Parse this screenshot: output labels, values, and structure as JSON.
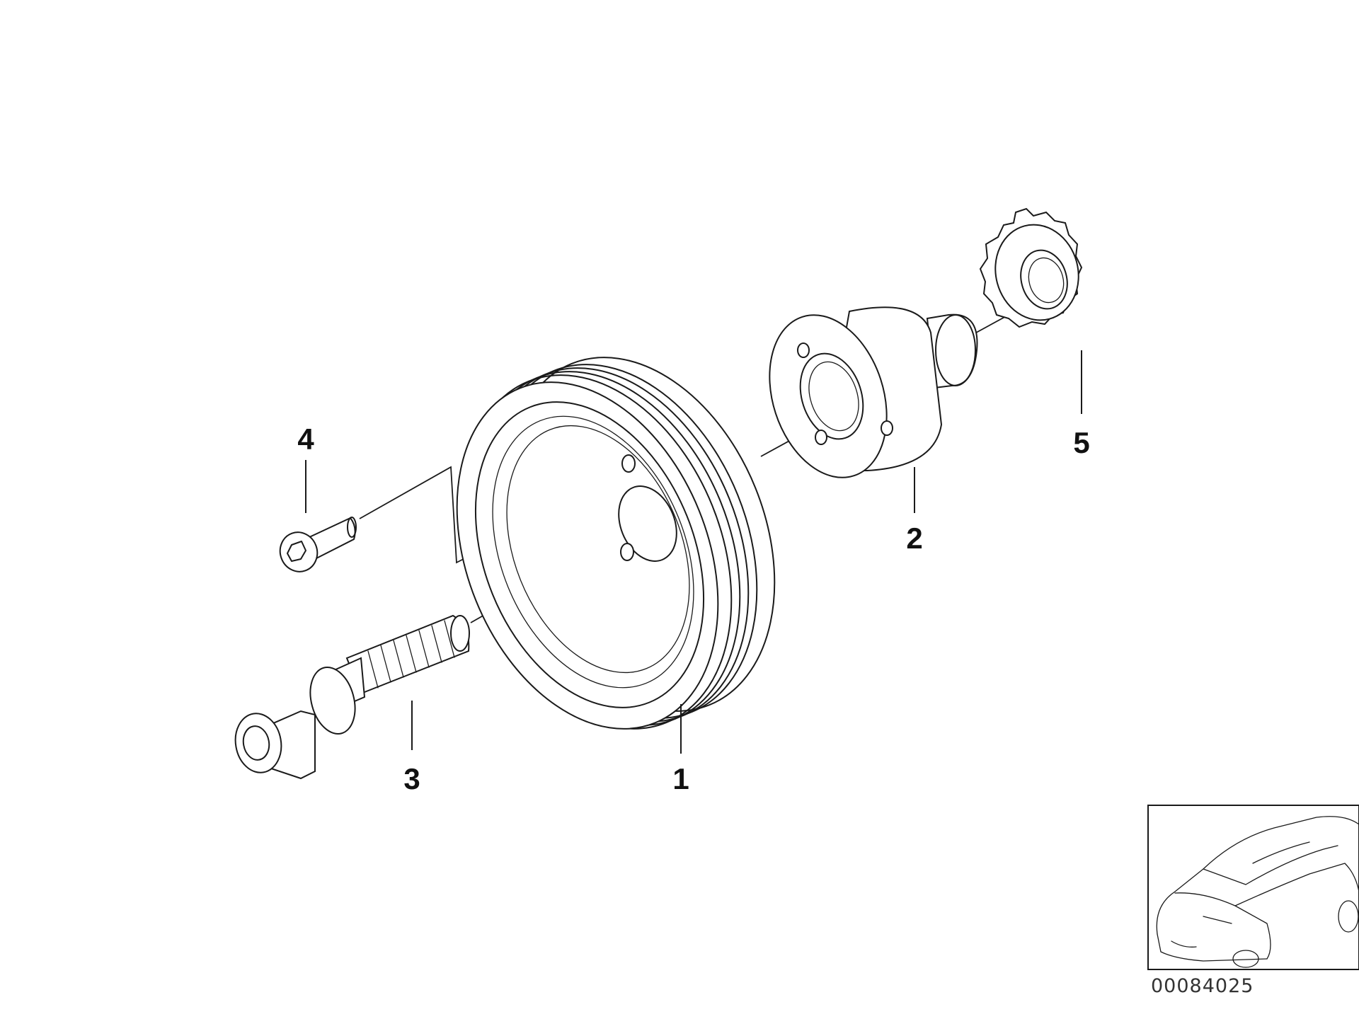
{
  "diagram": {
    "callouts": {
      "c1": "1",
      "c2": "2",
      "c3": "3",
      "c4": "4",
      "c5": "5"
    },
    "document_number": "00084025"
  },
  "parts": {
    "p1": "belt-pulley",
    "p2": "vibration-damper-hub",
    "p3": "central-hex-bolt",
    "p4": "socket-head-screw",
    "p5": "sprocket"
  }
}
